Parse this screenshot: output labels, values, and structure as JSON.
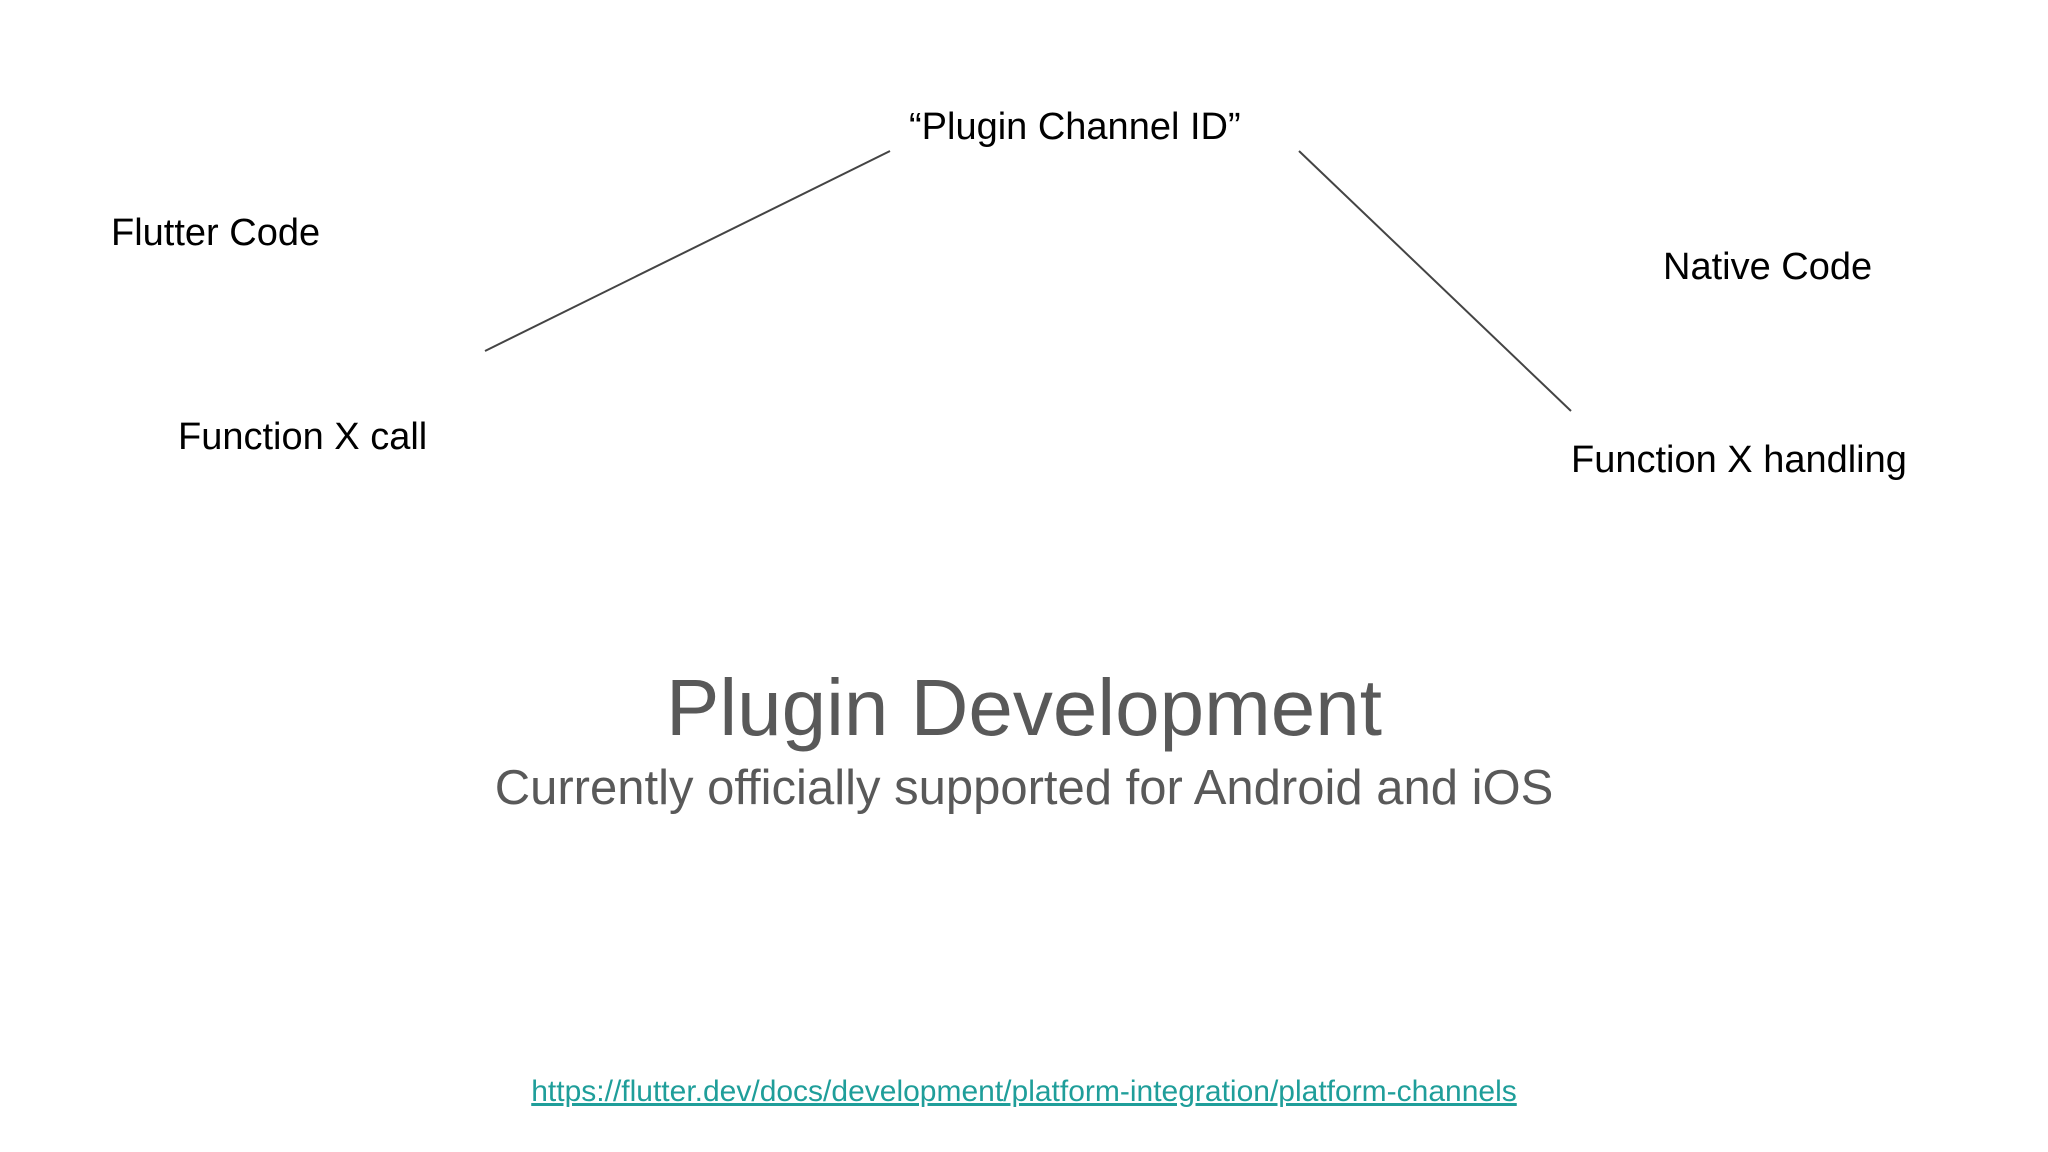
{
  "diagram": {
    "channel_label": "“Plugin Channel ID”",
    "flutter_side_label": "Flutter Code",
    "native_side_label": "Native Code",
    "call_label": "Function X call",
    "handling_label": "Function X handling"
  },
  "slide": {
    "title": "Plugin Development",
    "subtitle": "Currently officially supported for Android and iOS",
    "link_text": "https://flutter.dev/docs/development/platform-integration/platform-channels"
  },
  "colors": {
    "background": "#ffffff",
    "label_text": "#000000",
    "title_text": "#595959",
    "link": "#1f9e9a",
    "connector": "#444444"
  }
}
